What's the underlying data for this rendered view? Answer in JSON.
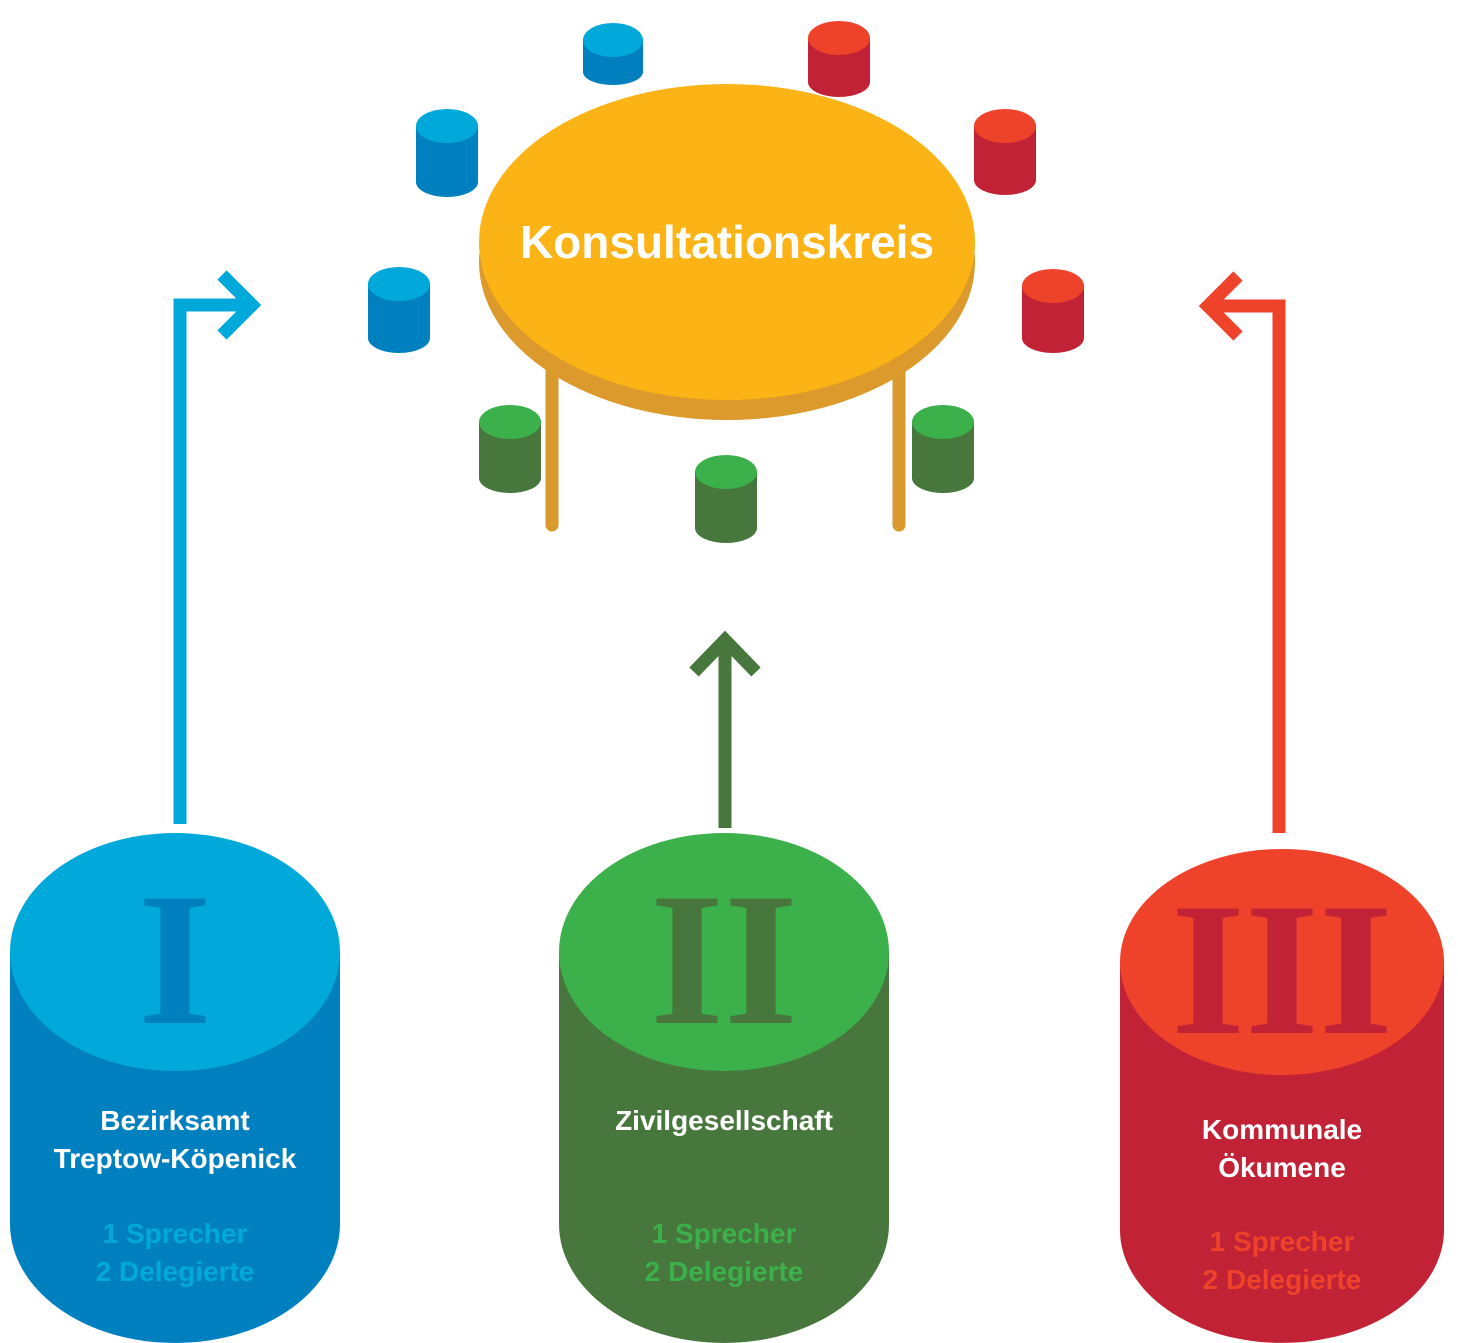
{
  "center": {
    "title": "Konsultationskreis",
    "table_color": "#fbb315",
    "table_side_color": "#dd9a2c",
    "leg_color": "#d89a2c"
  },
  "groups": [
    {
      "numeral": "I",
      "name_line1": "Bezirksamt",
      "name_line2": "Treptow-Köpenick",
      "role_line1": "1 Sprecher",
      "role_line2": "2 Delegierte",
      "top_color": "#00a9d9",
      "side_color": "#0080bf",
      "accent_color": "#00a9d9",
      "numeral_color": "#0080bf"
    },
    {
      "numeral": "II",
      "name_line1": "Zivilgesellschaft",
      "name_line2": "",
      "role_line1": "1 Sprecher",
      "role_line2": "2 Delegierte",
      "top_color": "#3cb04a",
      "side_color": "#47773c",
      "accent_color": "#3cb04a",
      "numeral_color": "#47773c"
    },
    {
      "numeral": "III",
      "name_line1": "Kommunale",
      "name_line2": "Ökumene",
      "role_line1": "1 Sprecher",
      "role_line2": "2 Delegierte",
      "top_color": "#ee422b",
      "side_color": "#c22235",
      "accent_color": "#ee422b",
      "numeral_color": "#c22235"
    }
  ]
}
